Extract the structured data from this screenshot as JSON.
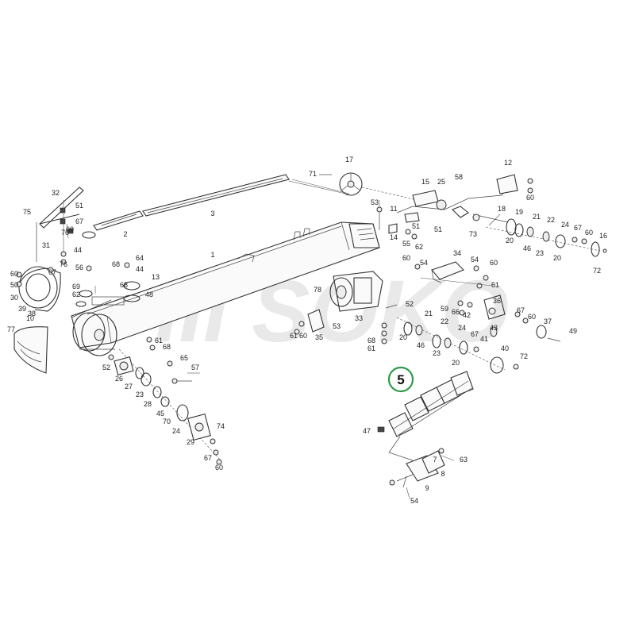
{
  "watermark": "III SOKO",
  "highlight": {
    "label": "5",
    "color": "#2e9b4a"
  },
  "part_numbers": [
    "17",
    "71",
    "12",
    "60",
    "15",
    "25",
    "58",
    "53",
    "11",
    "14",
    "51",
    "55",
    "62",
    "18",
    "19",
    "73",
    "20",
    "21",
    "22",
    "24",
    "67",
    "60",
    "16",
    "46",
    "23",
    "20",
    "72",
    "32",
    "75",
    "51",
    "67",
    "76",
    "2",
    "3",
    "1",
    "60",
    "44",
    "31",
    "76",
    "56",
    "50",
    "30",
    "39",
    "60",
    "67",
    "69",
    "62",
    "68",
    "64",
    "13",
    "44",
    "68",
    "48",
    "52",
    "59",
    "66",
    "42",
    "36",
    "43",
    "67",
    "60",
    "37",
    "49",
    "38",
    "77",
    "10",
    "52",
    "26",
    "27",
    "23",
    "28",
    "45",
    "70",
    "24",
    "29",
    "74",
    "67",
    "60",
    "61",
    "68",
    "65",
    "57",
    "61",
    "60",
    "35",
    "33",
    "68",
    "61",
    "53",
    "20",
    "46",
    "23",
    "21",
    "22",
    "24",
    "67",
    "20",
    "41",
    "40",
    "72",
    "60",
    "34",
    "54",
    "60",
    "54",
    "61",
    "78",
    "47",
    "63",
    "7",
    "8",
    "9",
    "54",
    "51"
  ]
}
